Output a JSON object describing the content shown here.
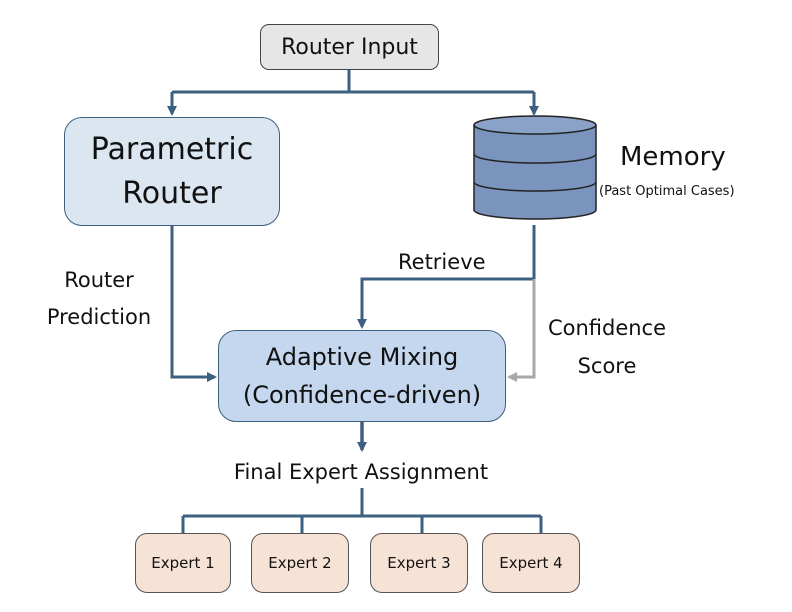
{
  "nodes": {
    "router_input": "Router Input",
    "parametric_router": {
      "line1": "Parametric",
      "line2": "Router"
    },
    "memory": {
      "title": "Memory",
      "subtitle": "(Past Optimal Cases)"
    },
    "adaptive_mixing": {
      "line1": "Adaptive Mixing",
      "line2": "(Confidence-driven)"
    }
  },
  "edge_labels": {
    "router_prediction": {
      "line1": "Router",
      "line2": "Prediction"
    },
    "retrieve": "Retrieve",
    "confidence_score": {
      "line1": "Confidence",
      "line2": "Score"
    },
    "final_assignment": "Final Expert Assignment"
  },
  "experts": [
    "Expert 1",
    "Expert 2",
    "Expert 3",
    "Expert 4"
  ],
  "colors": {
    "arrow": "#3d5f80",
    "confidence_arrow": "#a8a8a8",
    "router_fill": "#dbe6f1",
    "mixing_fill": "#c4d7ee",
    "input_fill": "#e6e6e6",
    "database_fill": "#7b94bd",
    "expert_fill": "#f7e3d6"
  }
}
